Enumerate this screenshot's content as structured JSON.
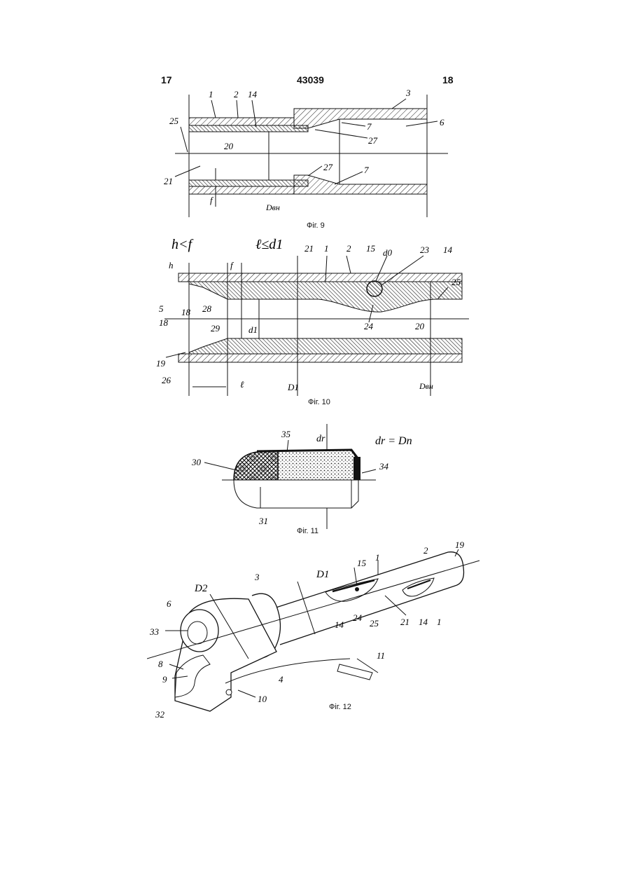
{
  "header": {
    "left_page": "17",
    "patent_number": "43039",
    "right_page": "18"
  },
  "figures": {
    "fig9": {
      "caption": "Фіг. 9",
      "labels": [
        "1",
        "2",
        "14",
        "3",
        "25",
        "20",
        "7",
        "27",
        "6",
        "21",
        "27",
        "7",
        "f",
        "Dвн"
      ]
    },
    "fig10": {
      "caption": "Фіг. 10",
      "labels": [
        "h<f",
        "ℓ≤d1",
        "21",
        "1",
        "2",
        "15",
        "d0",
        "23",
        "14",
        "h",
        "f",
        "25",
        "5",
        "18",
        "28",
        "d1",
        "24",
        "20",
        "29",
        "18",
        "19",
        "26",
        "ℓ",
        "D1",
        "Dвн"
      ]
    },
    "fig11": {
      "caption": "Фіг. 11",
      "labels": [
        "35",
        "dr",
        "dr = Dn",
        "30",
        "34",
        "31"
      ]
    },
    "fig12": {
      "caption": "Фіг. 12",
      "labels": [
        "19",
        "2",
        "1",
        "15",
        "D1",
        "D2",
        "3",
        "6",
        "33",
        "14",
        "24",
        "25",
        "21",
        "14",
        "1",
        "8",
        "9",
        "4",
        "11",
        "10",
        "32"
      ]
    }
  },
  "colors": {
    "ink": "#111111",
    "paper": "#ffffff"
  }
}
